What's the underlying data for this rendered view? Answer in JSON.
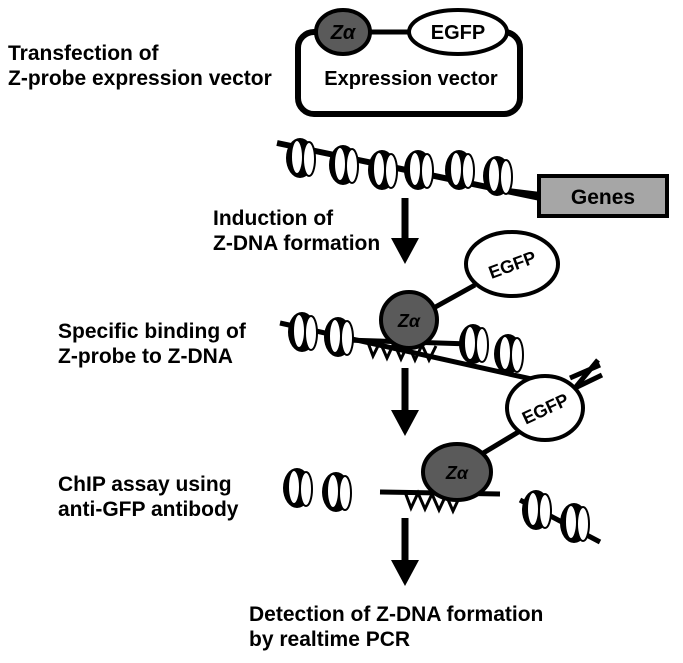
{
  "vector": {
    "zalpha_label": "Zα",
    "egfp_label": "EGFP",
    "vector_label": "Expression vector"
  },
  "genes_label": "Genes",
  "steps": {
    "transfection": {
      "line1": "Transfection of",
      "line2": "Z-probe expression vector"
    },
    "induction": {
      "line1": "Induction of",
      "line2": "Z-DNA formation"
    },
    "binding": {
      "line1": "Specific binding of",
      "line2": "Z-probe to Z-DNA"
    },
    "chip": {
      "line1": "ChIP assay using",
      "line2": "anti-GFP antibody"
    },
    "detection": {
      "line1": "Detection of Z-DNA formation",
      "line2": "by realtime PCR"
    }
  },
  "probe_labels": {
    "step2_zalpha": "Zα",
    "step2_egfp": "EGFP",
    "step3_zalpha": "Zα",
    "step3_egfp": "EGFP"
  },
  "colors": {
    "zalpha_fill": "#5a5a5a",
    "genes_fill": "#a6a6a6",
    "line": "#000000",
    "background": "#ffffff"
  }
}
